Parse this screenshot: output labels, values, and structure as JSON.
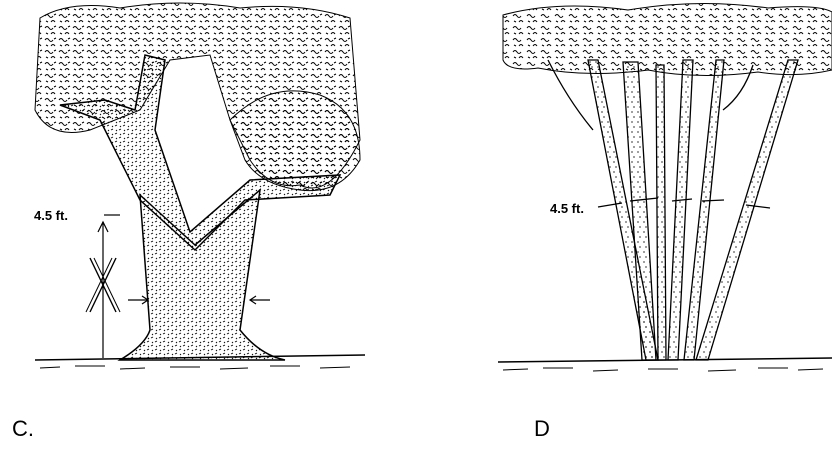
{
  "panels": [
    {
      "caption": "C.",
      "height_label": "4.5 ft.",
      "trunk_type": "single trunk forked below measuring height",
      "marker": "X"
    },
    {
      "caption": "D",
      "height_label": "4.5 ft.",
      "trunk_type": "multi-stem"
    }
  ],
  "colors": {
    "ink": "#000000",
    "background": "#ffffff"
  }
}
